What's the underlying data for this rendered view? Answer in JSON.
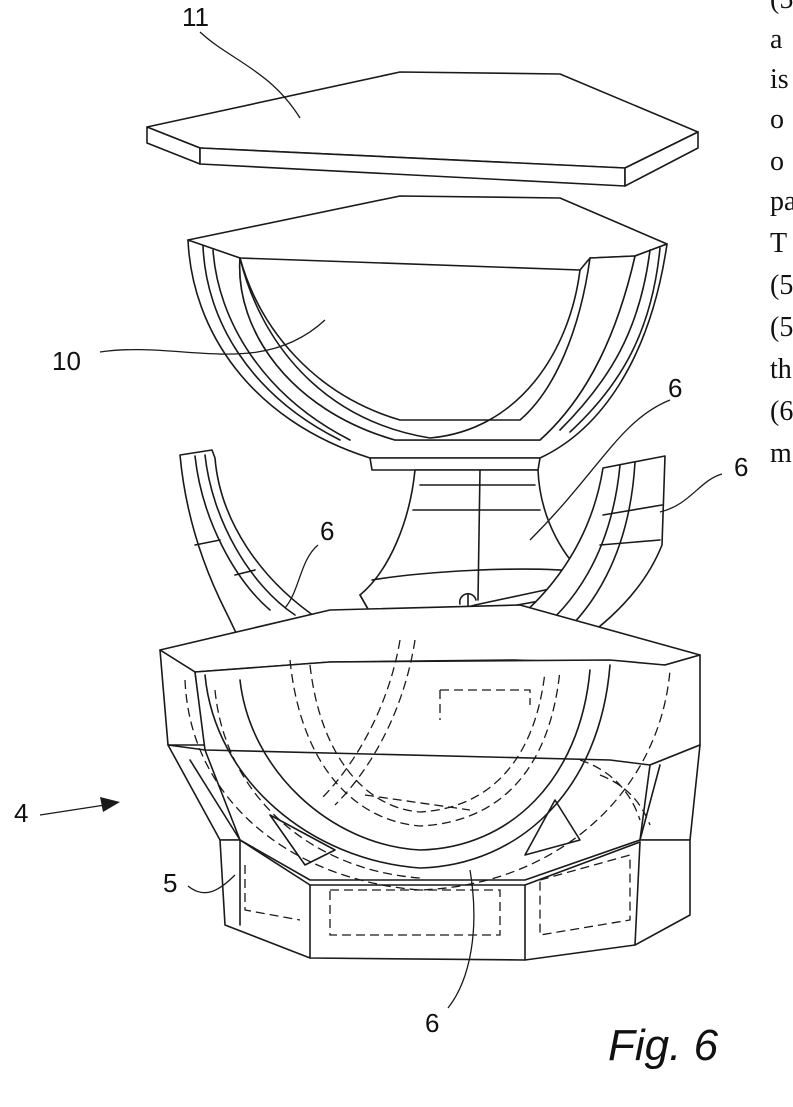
{
  "figure": {
    "caption": "Fig. 6",
    "labels": {
      "lid": "11",
      "bowl": "10",
      "segment_center": "6",
      "segment_right": "6",
      "segment_left": "6",
      "segment_front": "6",
      "assembly": "4",
      "base": "5"
    }
  },
  "side_text": {
    "lines": [
      "(5",
      "a",
      "is",
      "o",
      "o",
      "pa",
      "T",
      "(5",
      "(5",
      "th",
      "(6",
      "m"
    ]
  }
}
